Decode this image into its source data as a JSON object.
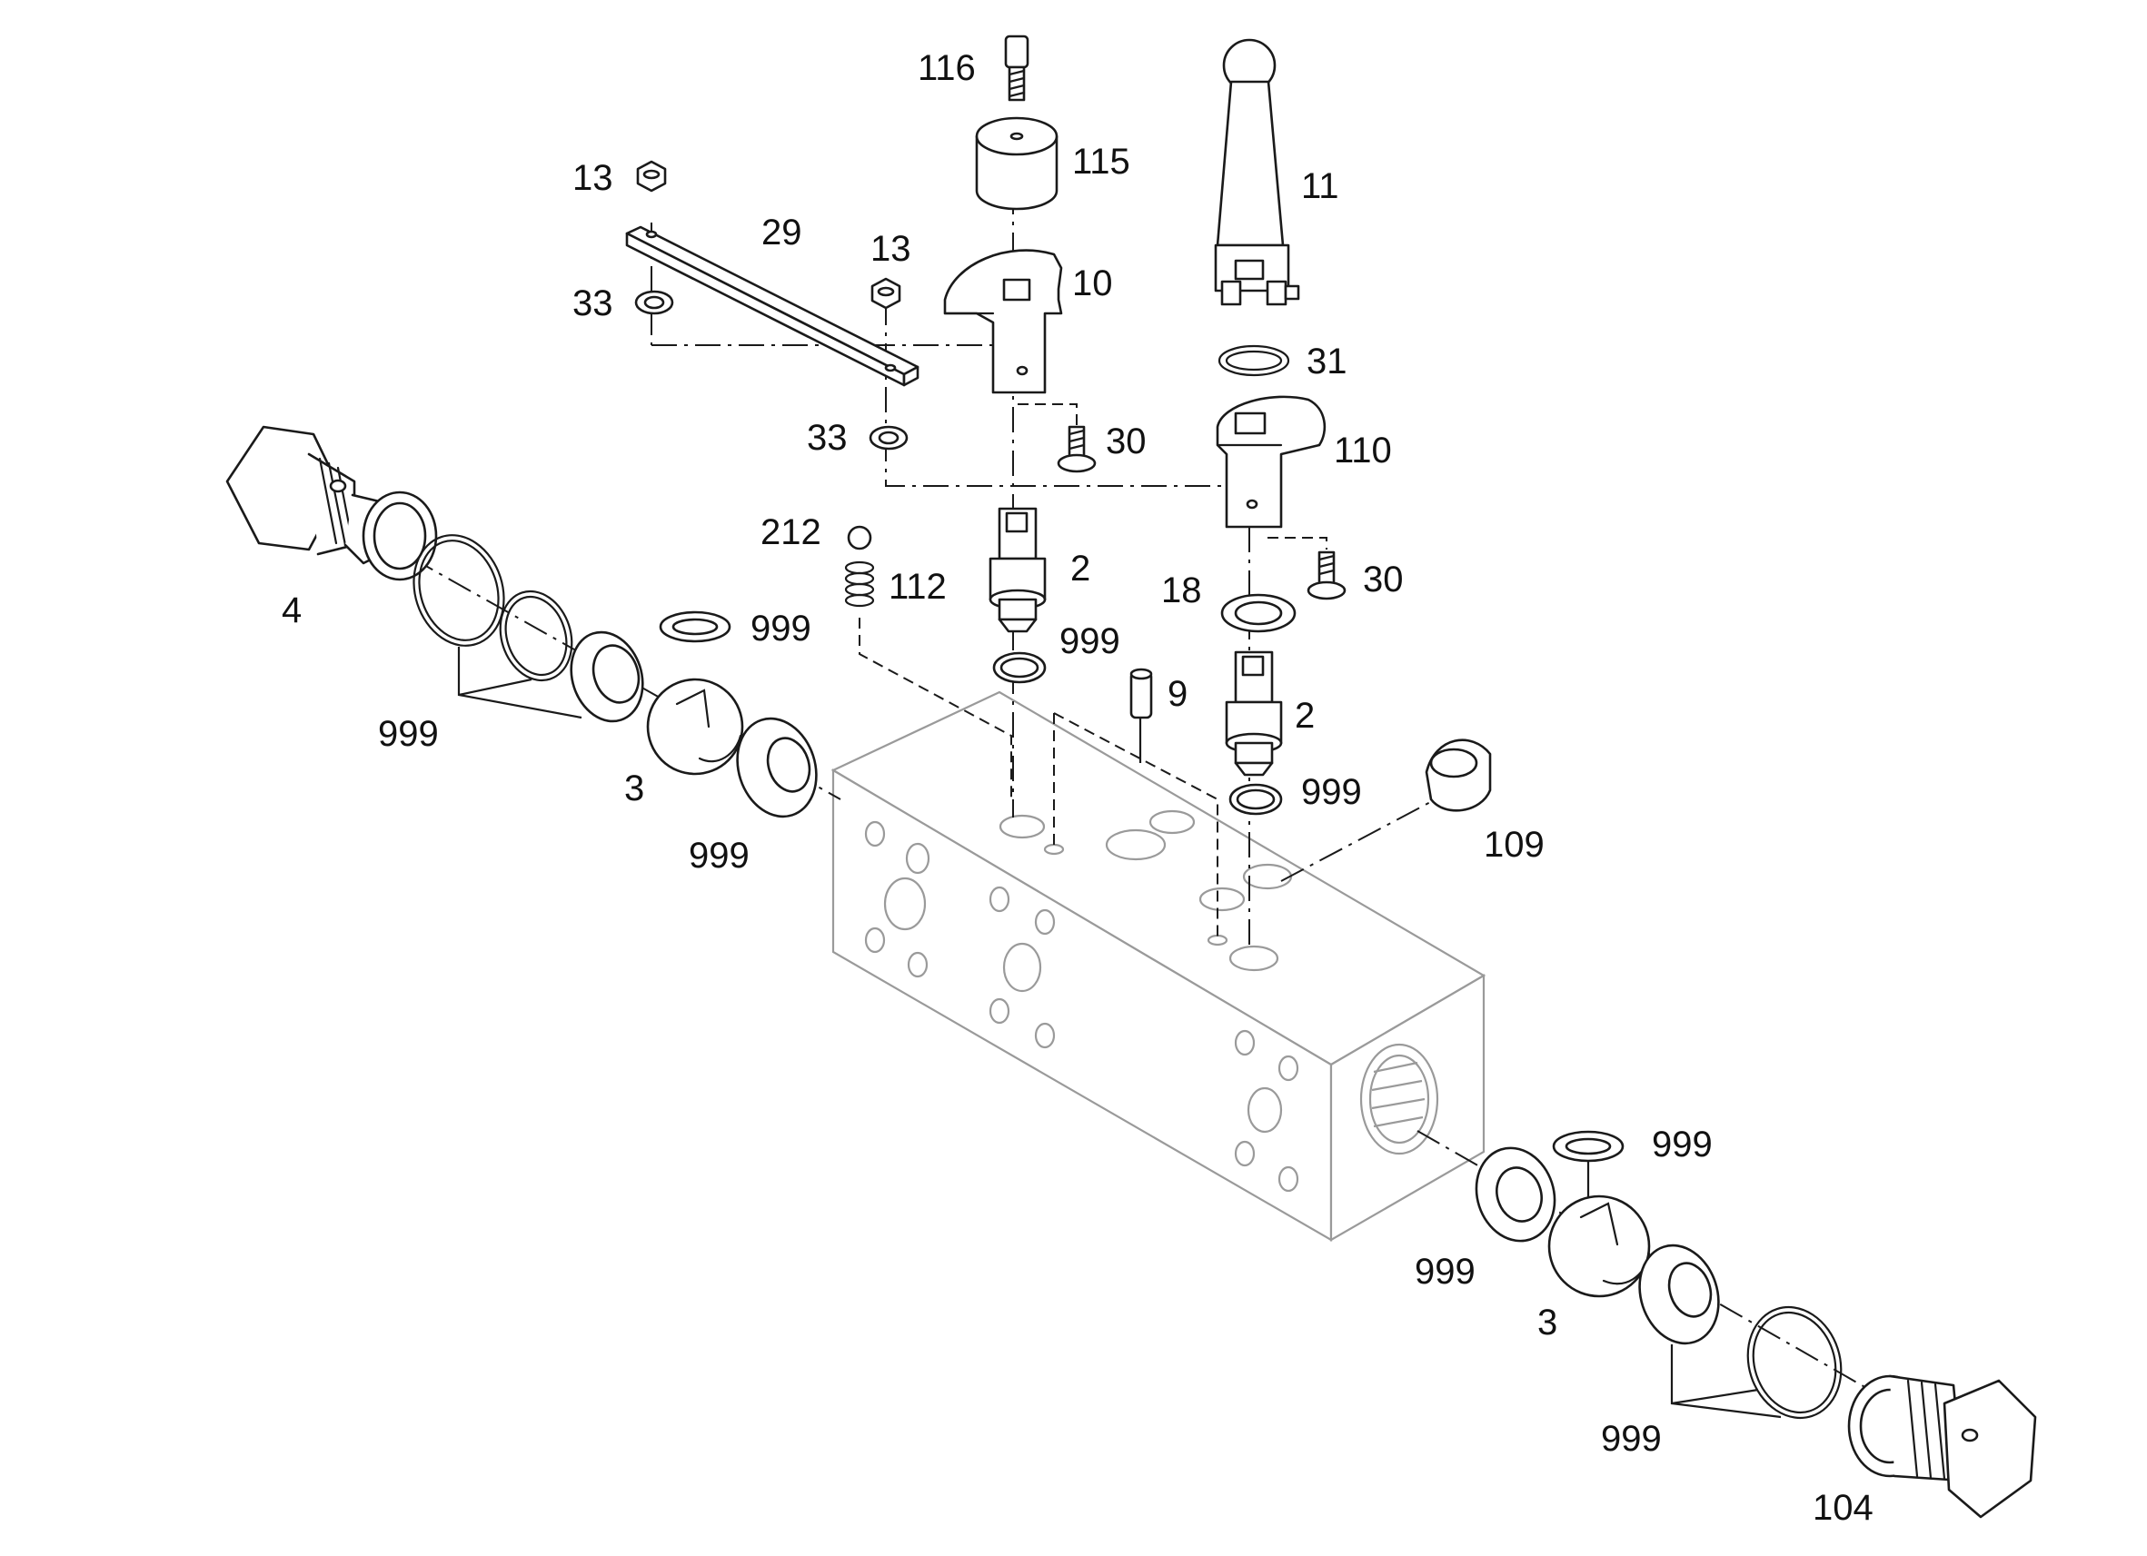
{
  "callouts": {
    "c116": "116",
    "c115": "115",
    "c11": "11",
    "c13a": "13",
    "c29": "29",
    "c13b": "13",
    "c10": "10",
    "c33a": "33",
    "c31": "31",
    "c33b": "33",
    "c30a": "30",
    "c110": "110",
    "c212": "212",
    "c2a": "2",
    "c112": "112",
    "c18": "18",
    "c30b": "30",
    "c4": "4",
    "c999a": "999",
    "c999b": "999",
    "c9": "9",
    "c2b": "2",
    "c999c": "999",
    "c3a": "3",
    "c999d": "999",
    "c999e": "999",
    "c109": "109",
    "c999f": "999",
    "c999g": "999",
    "c3b": "3",
    "c999h": "999",
    "c104": "104"
  },
  "colors": {
    "line": "#1a1a1a",
    "housing": "#9a9a9a",
    "background": "#ffffff"
  }
}
